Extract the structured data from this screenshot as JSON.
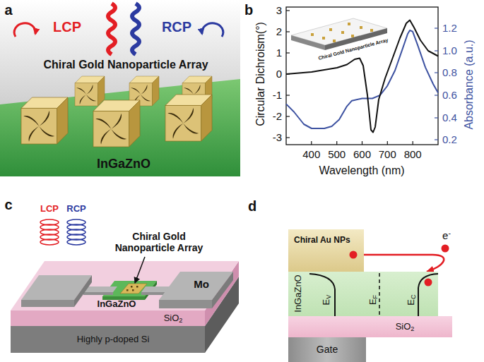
{
  "diagram": {
    "nodes": [
      {
        "text": [
          "Chiral Au NPs"
        ]
      },
      {
        "text": [
          "InGaZnO"
        ]
      },
      {
        "text": [
          "SiO2"
        ]
      },
      {
        "text": [
          "Gate"
        ]
      }
    ],
    "edges": [
      {
        "from": 0,
        "to": 1,
        "arrow": "to"
      }
    ],
    "labels": [
      "a",
      "LCP",
      "RCP",
      "Chiral Gold Nanoparticle Array",
      "InGaZnO",
      "b",
      "3",
      "2",
      "1",
      "0",
      "-1",
      "-2",
      "-3",
      "400",
      "500",
      "600",
      "700",
      "800",
      "1.2",
      "1.0",
      "0.8",
      "0.6",
      "0.4",
      "0.2",
      "Wavelength (nm)",
      "Circular Dichroism(°)",
      "Absorbance (a.u.)",
      "Chiral Gold Nanoparticle Array",
      "c",
      "LCP",
      "RCP",
      "Chiral Gold Nanoparticle Array",
      "InGaZnO",
      "Mo",
      "SiO2",
      "Highly p-doped Si",
      "d",
      "e-",
      "EV",
      "EF",
      "EC"
    ]
  }
}
